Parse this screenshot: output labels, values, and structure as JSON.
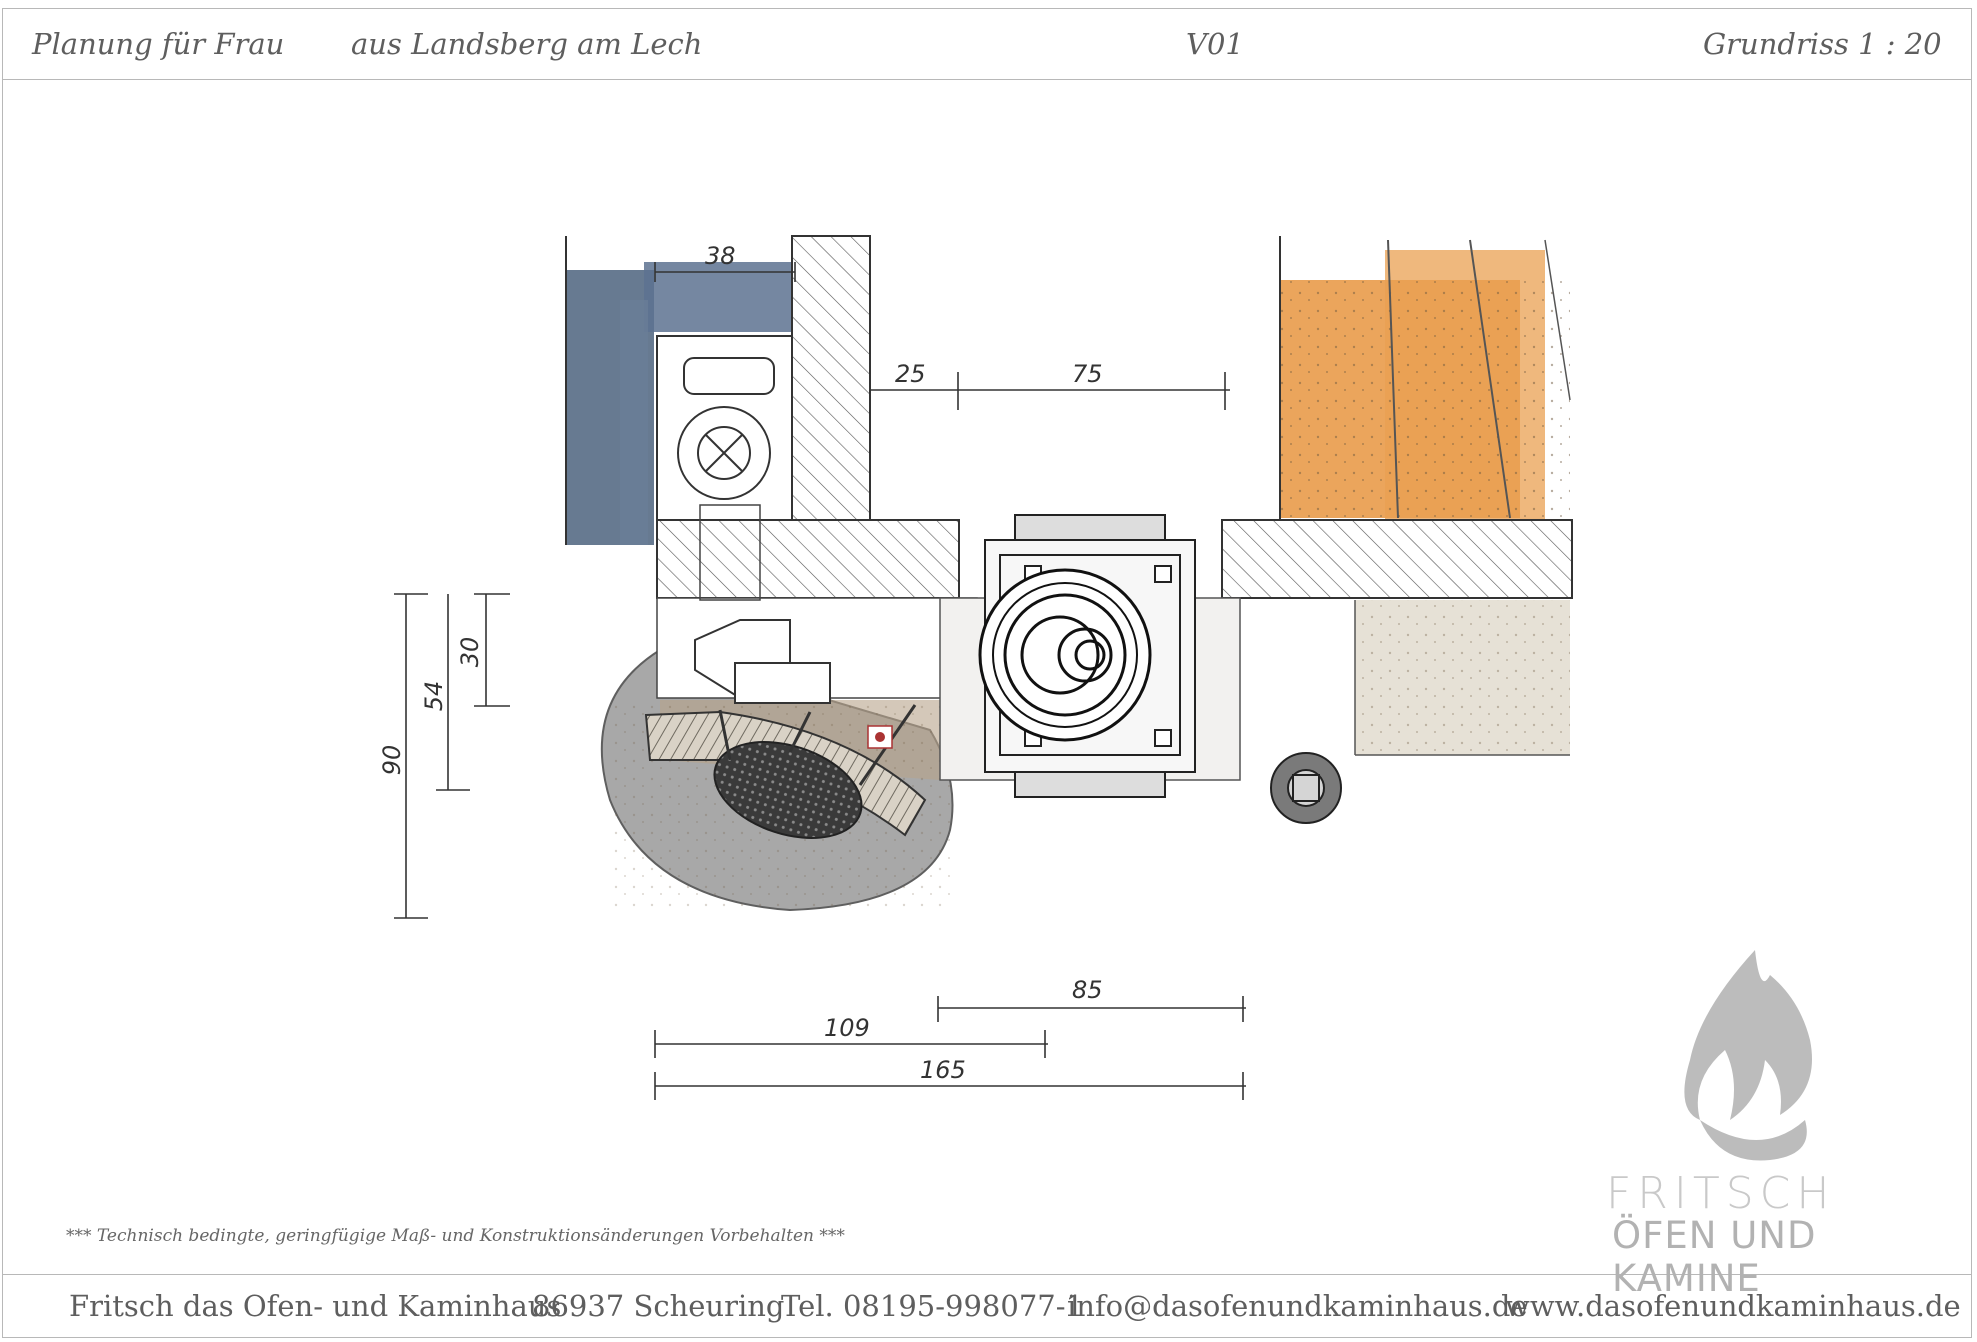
{
  "header": {
    "client": "Planung für Frau",
    "location": "aus Landsberg am Lech",
    "version": "V01",
    "scale": "Grundriss 1 : 20"
  },
  "dimensions": {
    "d38": "38",
    "d25": "25",
    "d75": "75",
    "d30": "30",
    "d54": "54",
    "d90": "90",
    "d85": "85",
    "d109": "109",
    "d165": "165"
  },
  "disclaimer": "***   Technisch bedingte, geringfügige Maß- und Konstruktionsänderungen Vorbehalten   ***",
  "logo": {
    "line1": "FRITSCH",
    "line2": "ÖFEN UND KAMINE"
  },
  "footer": {
    "company": "Fritsch das Ofen- und Kaminhaus",
    "city": "86937 Scheuring",
    "phone": "Tel. 08195-998077-1",
    "email": "info@dasofenundkaminhaus.de",
    "web": "www.dasofenundkaminhaus.de"
  },
  "colors": {
    "blue_floor": "#566b85",
    "orange_floor": "#e8953f",
    "grey_area": "#9a9a9a",
    "beige_area": "#e6e1d6",
    "hatch": "#555555"
  }
}
